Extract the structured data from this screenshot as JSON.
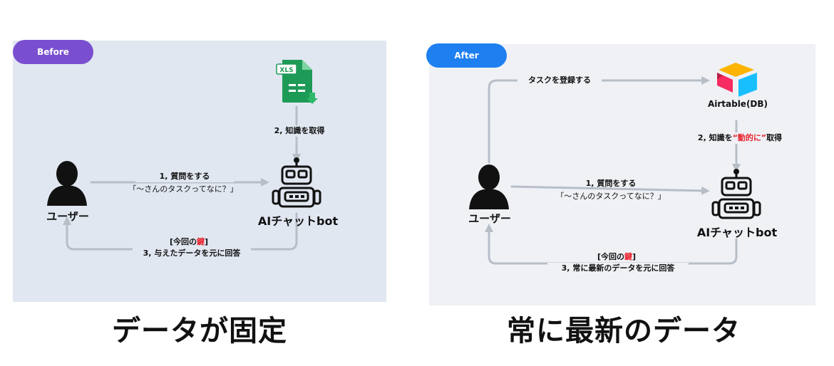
{
  "before": {
    "badge": "Before",
    "user_label": "ユーザー",
    "bot_label": "AIチャットbot",
    "file_icon_text": "XLS",
    "step1_title": "1, 質問をする",
    "step1_quote": "「～さんのタスクってなに？」",
    "step2": "2, 知識を取得",
    "step3_key_prefix": "[今回の",
    "step3_key_word": "鍵",
    "step3_key_suffix": "]",
    "step3": "3, 与えたデータを元に回答",
    "caption": "データが固定"
  },
  "after": {
    "badge": "After",
    "register_label": "タスクを登録する",
    "db_label": "Airtable(DB)",
    "user_label": "ユーザー",
    "bot_label": "AIチャットbot",
    "step1_title": "1, 質問をする",
    "step1_quote": "「～さんのタスクってなに？」",
    "step2_prefix": "2, 知識を",
    "step2_emph": "“動的に”",
    "step2_suffix": "取得",
    "step3_key_prefix": "[今回の",
    "step3_key_word": "鍵",
    "step3_key_suffix": "]",
    "step3": "3, 常に最新のデータを元に回答",
    "caption": "常に最新のデータ"
  },
  "colors": {
    "before_badge": "#7a4fcf",
    "after_badge": "#1e7ff0",
    "arrow": "#b7bec8",
    "key_red": "#e8212b",
    "xls_green": "#1e9a57"
  }
}
